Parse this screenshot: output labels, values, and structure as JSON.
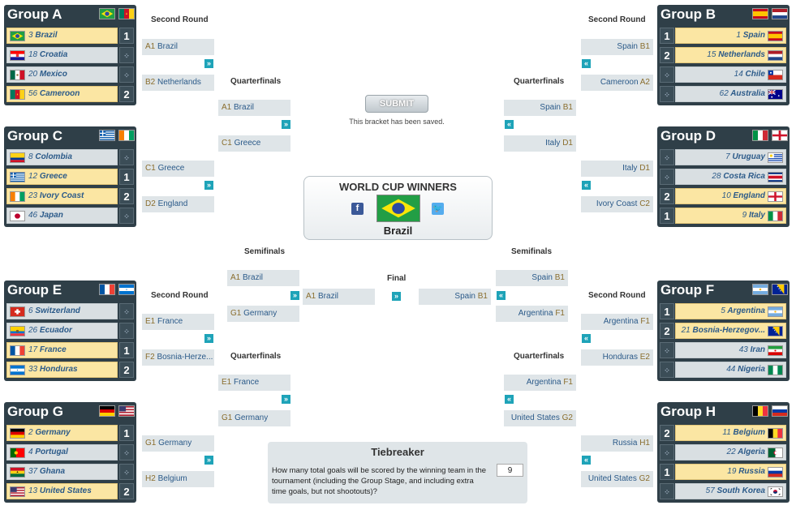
{
  "groups": {
    "a": {
      "title": "Group A",
      "rows": [
        {
          "rank": "3",
          "team": "Brazil",
          "seed": "1",
          "flag": "brazil"
        },
        {
          "rank": "18",
          "team": "Croatia",
          "seed": "",
          "flag": "croatia"
        },
        {
          "rank": "20",
          "team": "Mexico",
          "seed": "",
          "flag": "mexico"
        },
        {
          "rank": "56",
          "team": "Cameroon",
          "seed": "2",
          "flag": "cameroon"
        }
      ]
    },
    "b": {
      "title": "Group B",
      "rows": [
        {
          "rank": "1",
          "team": "Spain",
          "seed": "1",
          "flag": "spain"
        },
        {
          "rank": "15",
          "team": "Netherlands",
          "seed": "2",
          "flag": "netherlands"
        },
        {
          "rank": "14",
          "team": "Chile",
          "seed": "",
          "flag": "chile"
        },
        {
          "rank": "62",
          "team": "Australia",
          "seed": "",
          "flag": "australia"
        }
      ]
    },
    "c": {
      "title": "Group C",
      "rows": [
        {
          "rank": "8",
          "team": "Colombia",
          "seed": "",
          "flag": "colombia"
        },
        {
          "rank": "12",
          "team": "Greece",
          "seed": "1",
          "flag": "greece"
        },
        {
          "rank": "23",
          "team": "Ivory Coast",
          "seed": "2",
          "flag": "ivory"
        },
        {
          "rank": "46",
          "team": "Japan",
          "seed": "",
          "flag": "japan"
        }
      ]
    },
    "d": {
      "title": "Group D",
      "rows": [
        {
          "rank": "7",
          "team": "Uruguay",
          "seed": "",
          "flag": "uruguay"
        },
        {
          "rank": "28",
          "team": "Costa Rica",
          "seed": "",
          "flag": "costarica"
        },
        {
          "rank": "10",
          "team": "England",
          "seed": "2",
          "flag": "england"
        },
        {
          "rank": "9",
          "team": "Italy",
          "seed": "1",
          "flag": "italy"
        }
      ]
    },
    "e": {
      "title": "Group E",
      "rows": [
        {
          "rank": "6",
          "team": "Switzerland",
          "seed": "",
          "flag": "switzerland"
        },
        {
          "rank": "26",
          "team": "Ecuador",
          "seed": "",
          "flag": "ecuador"
        },
        {
          "rank": "17",
          "team": "France",
          "seed": "1",
          "flag": "france"
        },
        {
          "rank": "33",
          "team": "Honduras",
          "seed": "2",
          "flag": "honduras"
        }
      ]
    },
    "f": {
      "title": "Group F",
      "rows": [
        {
          "rank": "5",
          "team": "Argentina",
          "seed": "1",
          "flag": "argentina"
        },
        {
          "rank": "21",
          "team": "Bosnia-Herzegov...",
          "seed": "2",
          "flag": "bosnia"
        },
        {
          "rank": "43",
          "team": "Iran",
          "seed": "",
          "flag": "iran"
        },
        {
          "rank": "44",
          "team": "Nigeria",
          "seed": "",
          "flag": "nigeria"
        }
      ]
    },
    "g": {
      "title": "Group G",
      "rows": [
        {
          "rank": "2",
          "team": "Germany",
          "seed": "1",
          "flag": "germany"
        },
        {
          "rank": "4",
          "team": "Portugal",
          "seed": "",
          "flag": "portugal"
        },
        {
          "rank": "37",
          "team": "Ghana",
          "seed": "",
          "flag": "ghana"
        },
        {
          "rank": "13",
          "team": "United States",
          "seed": "2",
          "flag": "usa"
        }
      ]
    },
    "h": {
      "title": "Group H",
      "rows": [
        {
          "rank": "11",
          "team": "Belgium",
          "seed": "2",
          "flag": "belgium"
        },
        {
          "rank": "22",
          "team": "Algeria",
          "seed": "",
          "flag": "algeria"
        },
        {
          "rank": "19",
          "team": "Russia",
          "seed": "1",
          "flag": "russia"
        },
        {
          "rank": "57",
          "team": "South Korea",
          "seed": "",
          "flag": "southkorea"
        }
      ]
    }
  },
  "labels": {
    "second_round": "Second Round",
    "quarterfinals": "Quarterfinals",
    "semifinals": "Semifinals",
    "final": "Final"
  },
  "r16": {
    "m1a": {
      "code": "A1",
      "team": "Brazil"
    },
    "m1b": {
      "code": "B2",
      "team": "Netherlands"
    },
    "m2a": {
      "code": "C1",
      "team": "Greece"
    },
    "m2b": {
      "code": "D2",
      "team": "England"
    },
    "m3a": {
      "code": "E1",
      "team": "France"
    },
    "m3b": {
      "code": "F2",
      "team": "Bosnia-Herze..."
    },
    "m4a": {
      "code": "G1",
      "team": "Germany"
    },
    "m4b": {
      "code": "H2",
      "team": "Belgium"
    },
    "m5a": {
      "code": "B1",
      "team": "Spain"
    },
    "m5b": {
      "code": "A2",
      "team": "Cameroon"
    },
    "m6a": {
      "code": "D1",
      "team": "Italy"
    },
    "m6b": {
      "code": "C2",
      "team": "Ivory Coast"
    },
    "m7a": {
      "code": "F1",
      "team": "Argentina"
    },
    "m7b": {
      "code": "E2",
      "team": "Honduras"
    },
    "m8a": {
      "code": "H1",
      "team": "Russia"
    },
    "m8b": {
      "code": "G2",
      "team": "United States"
    }
  },
  "qf": {
    "l1a": {
      "code": "A1",
      "team": "Brazil"
    },
    "l1b": {
      "code": "C1",
      "team": "Greece"
    },
    "l2a": {
      "code": "E1",
      "team": "France"
    },
    "l2b": {
      "code": "G1",
      "team": "Germany"
    },
    "r1a": {
      "code": "B1",
      "team": "Spain"
    },
    "r1b": {
      "code": "D1",
      "team": "Italy"
    },
    "r2a": {
      "code": "F1",
      "team": "Argentina"
    },
    "r2b": {
      "code": "G2",
      "team": "United States"
    }
  },
  "sf": {
    "la": {
      "code": "A1",
      "team": "Brazil"
    },
    "lb": {
      "code": "G1",
      "team": "Germany"
    },
    "ra": {
      "code": "B1",
      "team": "Spain"
    },
    "rb": {
      "code": "F1",
      "team": "Argentina"
    }
  },
  "final": {
    "left": {
      "code": "A1",
      "team": "Brazil"
    },
    "right": {
      "code": "B1",
      "team": "Spain"
    }
  },
  "submit_label": "SUBMIT",
  "saved_message": "This bracket has been saved.",
  "winners": {
    "title": "WORLD CUP WINNERS",
    "team": "Brazil"
  },
  "tiebreaker": {
    "title": "Tiebreaker",
    "question": "How many total goals will be scored by the winning team in the tournament (including the Group Stage, and including extra time goals, but not shootouts)?",
    "value": "9"
  },
  "colors": {
    "accent": "#1ea3b8",
    "panel": "#2f3f48",
    "selected": "#fbe6a3",
    "slot": "#dfe5e8"
  }
}
